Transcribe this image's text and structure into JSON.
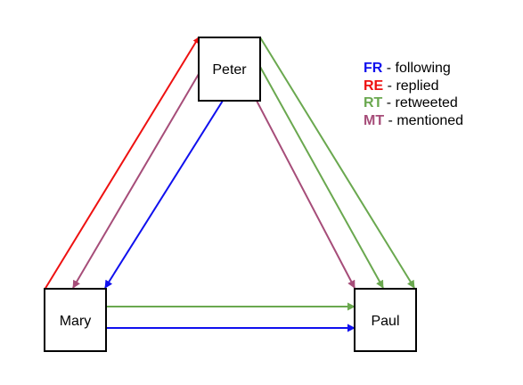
{
  "nodes": {
    "peter": "Peter",
    "mary": "Mary",
    "paul": "Paul"
  },
  "legend": [
    {
      "code": "FR",
      "text": " - following",
      "color": "#1010ee"
    },
    {
      "code": "RE",
      "text": " - replied",
      "color": "#ee1111"
    },
    {
      "code": "RT",
      "text": " - retweeted",
      "color": "#6aa84f"
    },
    {
      "code": "MT",
      "text": " - mentioned",
      "color": "#a64d79"
    }
  ],
  "edges": [
    {
      "from": "Mary",
      "to": "Peter",
      "type": "RE"
    },
    {
      "from": "Peter",
      "to": "Mary",
      "type": "MT"
    },
    {
      "from": "Peter",
      "to": "Mary",
      "type": "FR"
    },
    {
      "from": "Peter",
      "to": "Paul",
      "type": "RT"
    },
    {
      "from": "Peter",
      "to": "Paul",
      "type": "RT"
    },
    {
      "from": "Peter",
      "to": "Paul",
      "type": "MT"
    },
    {
      "from": "Mary",
      "to": "Paul",
      "type": "RT"
    },
    {
      "from": "Mary",
      "to": "Paul",
      "type": "FR"
    }
  ]
}
